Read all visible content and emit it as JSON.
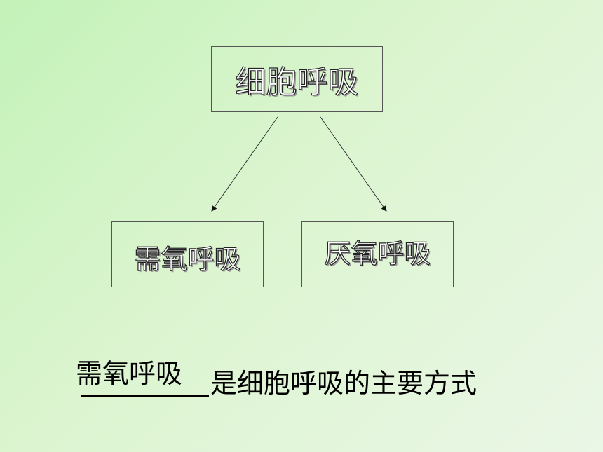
{
  "diagram": {
    "root": {
      "label": "细胞呼吸"
    },
    "left": {
      "label": "需氧呼吸"
    },
    "right": {
      "label": "厌氧呼吸"
    }
  },
  "statement": {
    "answer": "需氧呼吸",
    "text": "是细胞呼吸的主要方式"
  }
}
